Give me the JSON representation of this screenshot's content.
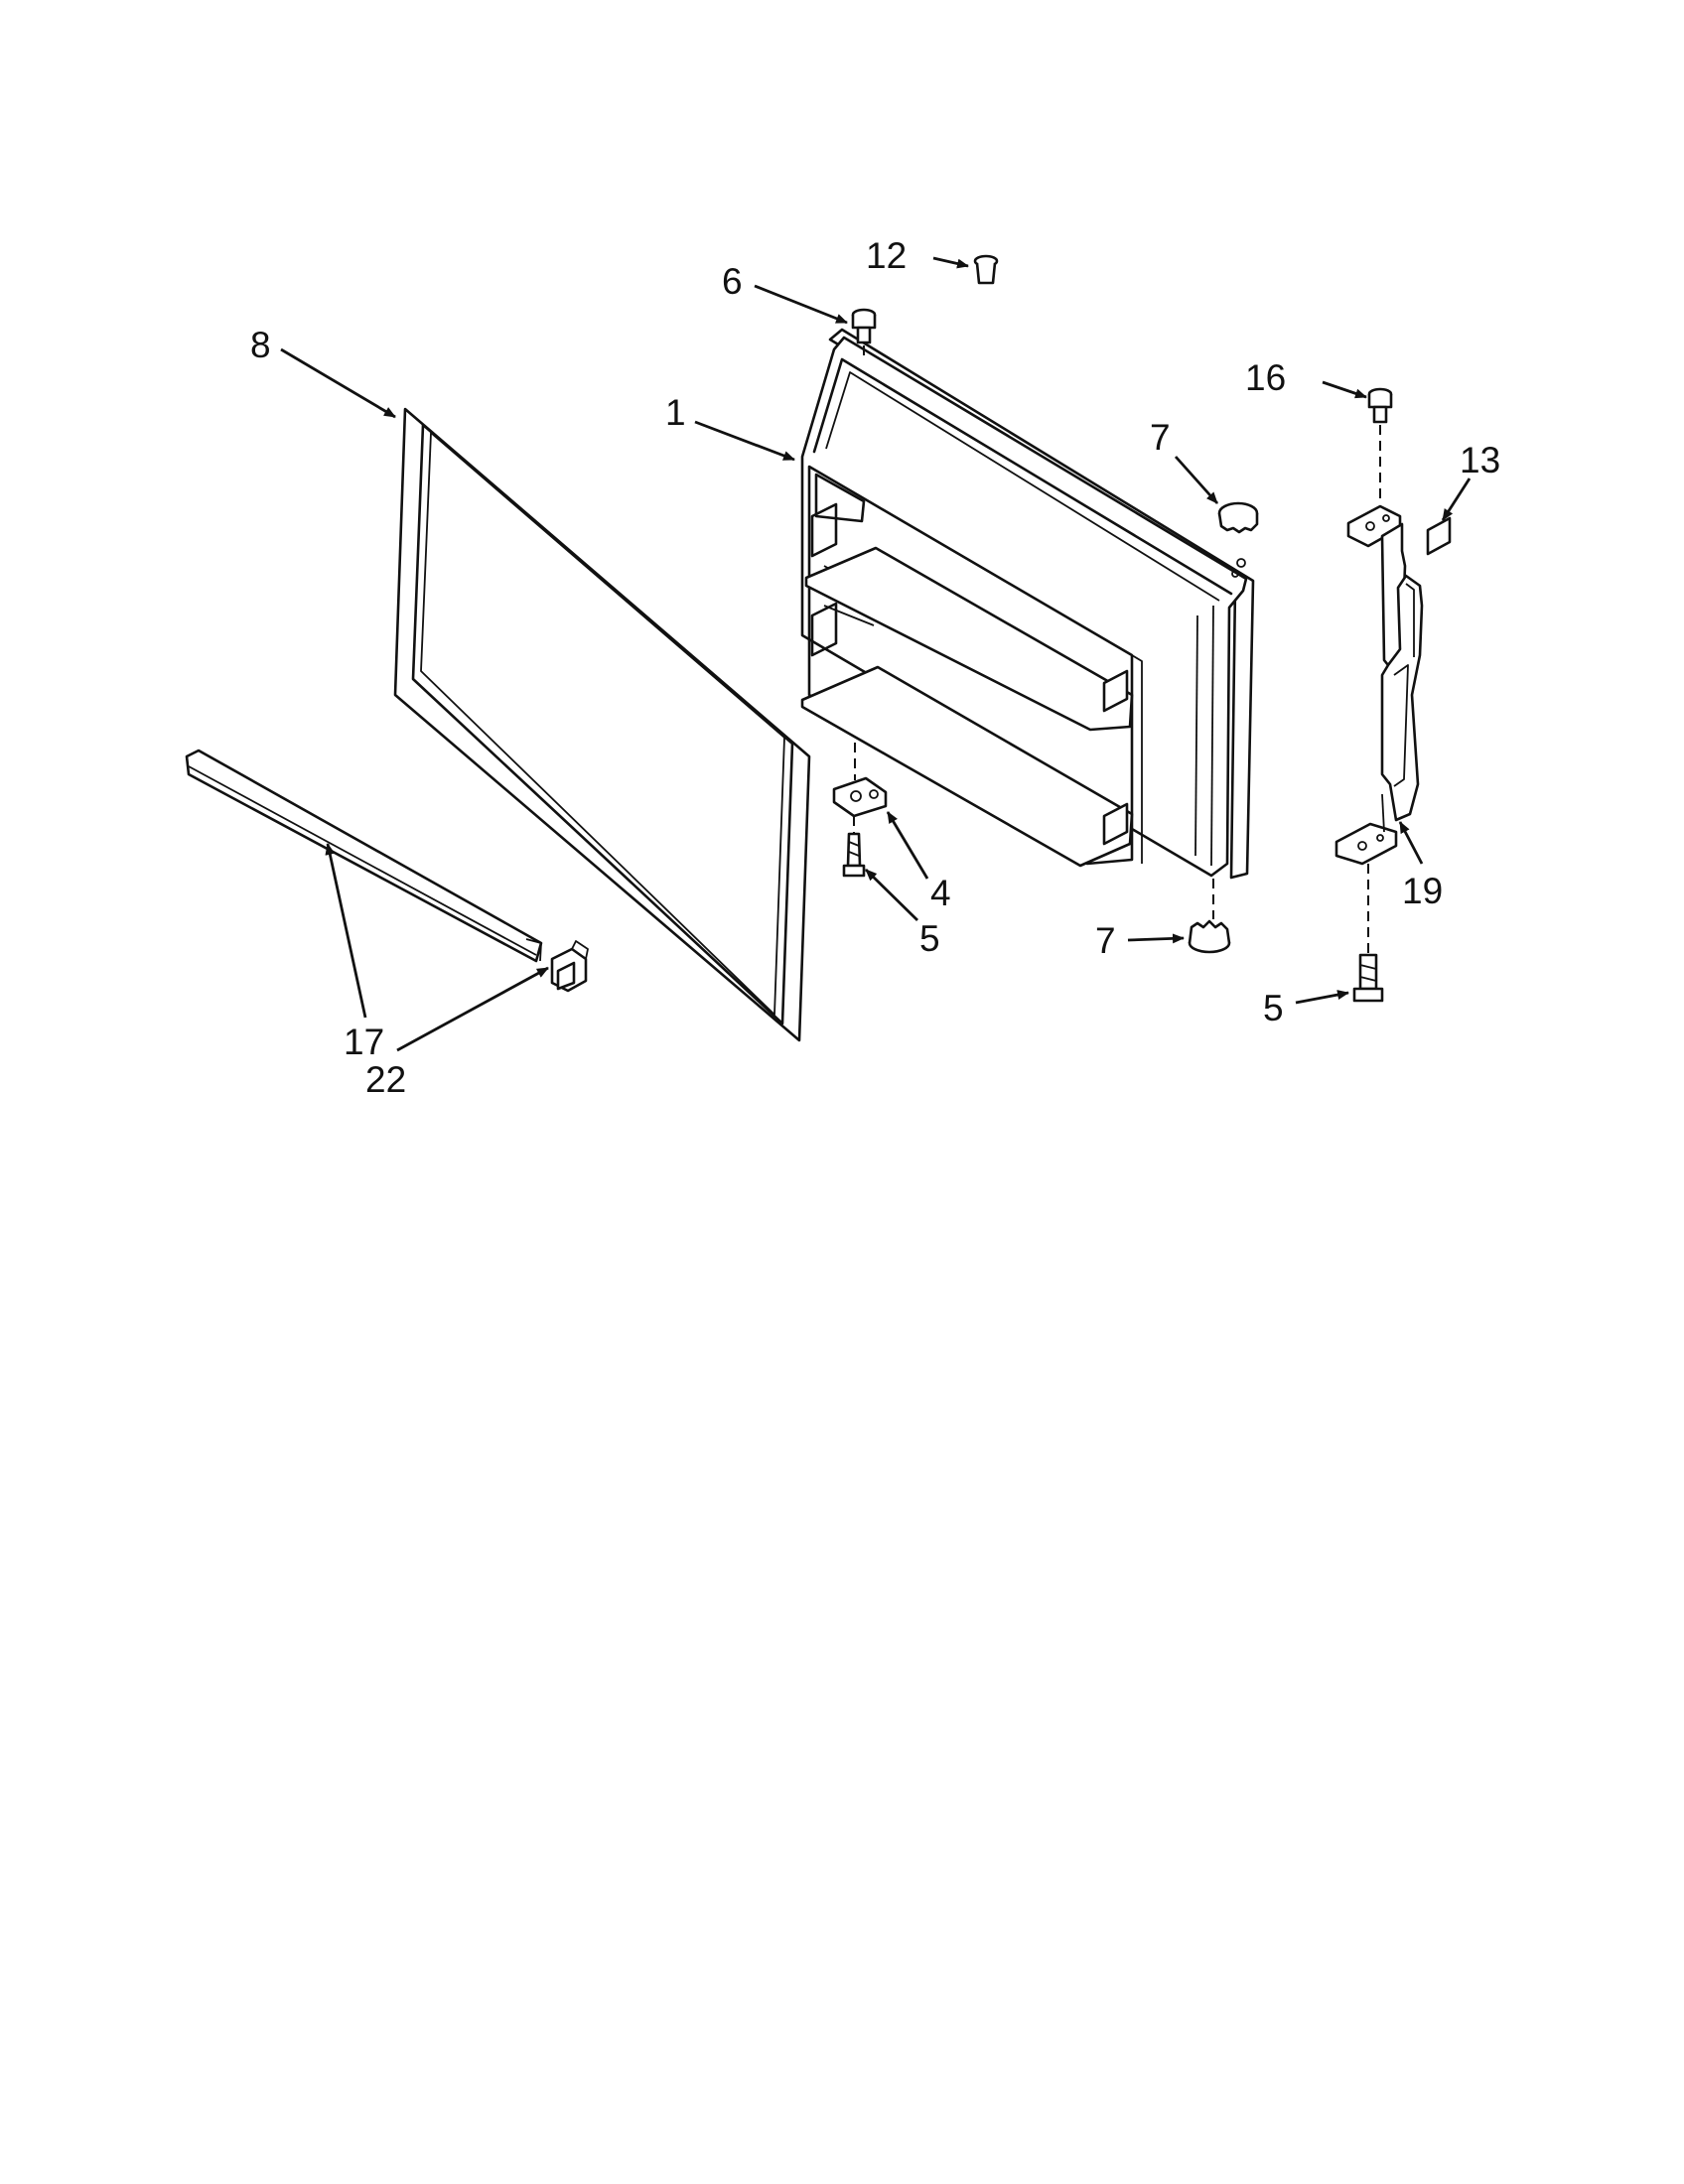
{
  "callouts": {
    "c1": "1",
    "c4": "4",
    "c5a": "5",
    "c5b": "5",
    "c6": "6",
    "c7a": "7",
    "c7b": "7",
    "c8": "8",
    "c12": "12",
    "c13": "13",
    "c16": "16",
    "c17": "17",
    "c19": "19",
    "c22": "22"
  }
}
